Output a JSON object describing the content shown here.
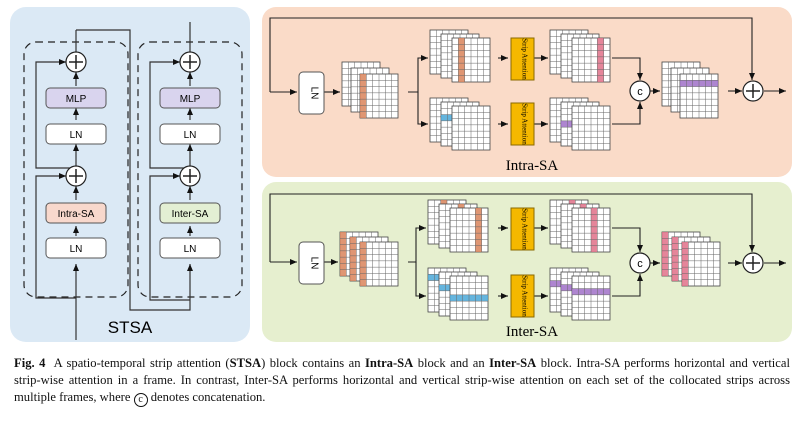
{
  "stsa": {
    "title": "STSA",
    "left_block": {
      "mlp": "MLP",
      "ln_top": "LN",
      "attn": "Intra-SA",
      "ln_bottom": "LN"
    },
    "right_block": {
      "mlp": "MLP",
      "ln_top": "LN",
      "attn": "Inter-SA",
      "ln_bottom": "LN"
    }
  },
  "intra_sa": {
    "title": "Intra-SA",
    "ln": "LN",
    "strip_attention_top": "Strip Attention",
    "strip_attention_bottom": "Strip Attention",
    "concat": "c"
  },
  "inter_sa": {
    "title": "Inter-SA",
    "ln": "LN",
    "strip_attention_top": "Strip Attention",
    "strip_attention_bottom": "Strip Attention",
    "concat": "c"
  },
  "caption": {
    "fig_label": "Fig. 4",
    "t1": "A spatio-temporal strip attention (",
    "stsa": "STSA",
    "t2": ") block contains an ",
    "intra": "Intra-SA",
    "t3": " block and an ",
    "inter": "Inter-SA",
    "t4": " block. Intra-SA performs horizontal and vertical strip-wise attention in a frame. In contrast, Inter-SA performs horizontal and vertical strip-wise attention on each set of the collocated strips across multiple frames, where ",
    "concat_symbol": "c",
    "t5": " denotes concatenation."
  },
  "colors": {
    "stsa_bg": "#dbe9f5",
    "intra_bg": "#fadbc8",
    "inter_bg": "#e6efcf",
    "mlp_fill": "#d9d4ee",
    "intra_sa_fill": "#f8d8cc",
    "inter_sa_fill": "#e3efd3",
    "strip_attention": "#f5b800",
    "orange_strip": "#d9845a",
    "blue_strip": "#4aa8d8",
    "pink_strip": "#e07088",
    "purple_strip": "#a070c8"
  }
}
